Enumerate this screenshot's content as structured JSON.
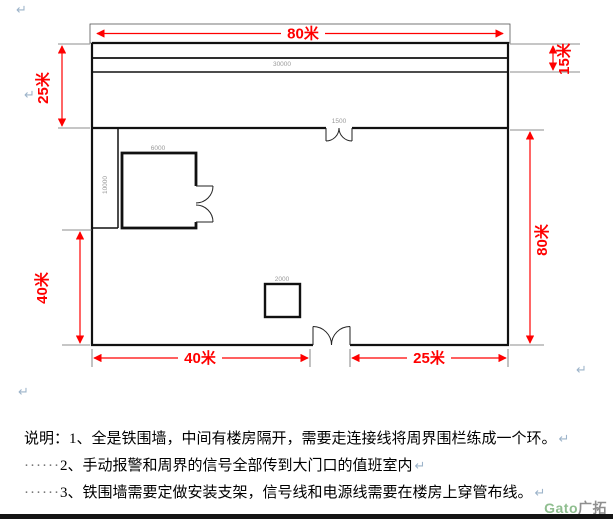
{
  "plan": {
    "dim_labels": {
      "top": "80米",
      "top_right": "15米",
      "left_upper": "25米",
      "right_side": "80米",
      "left_lower": "40米",
      "bottom_left": "40米",
      "bottom_right": "25米"
    },
    "tiny_dims": [
      {
        "text": "30000"
      },
      {
        "text": "10000"
      },
      {
        "text": "6000"
      },
      {
        "text": "2000"
      },
      {
        "text": "1500"
      }
    ],
    "colors": {
      "dimension_red": "#ff0000",
      "wall_black": "#111111",
      "cad_gray": "#9a9a9a"
    }
  },
  "formatting_marks": {
    "return_mark": "↵",
    "space_dots": "······"
  },
  "notes": {
    "line1": "说明：1、全是铁围墙，中间有楼房隔开，需要走连接线将周界围栏练成一个环。",
    "line2": "2、手动报警和周界的信号全部传到大门口的值班室内",
    "line3": "3、铁围墙需要定做安装支架，信号线和电源线需要在楼房上穿管布线。"
  },
  "watermark": {
    "latin": "Gato",
    "cn": "广拓"
  }
}
